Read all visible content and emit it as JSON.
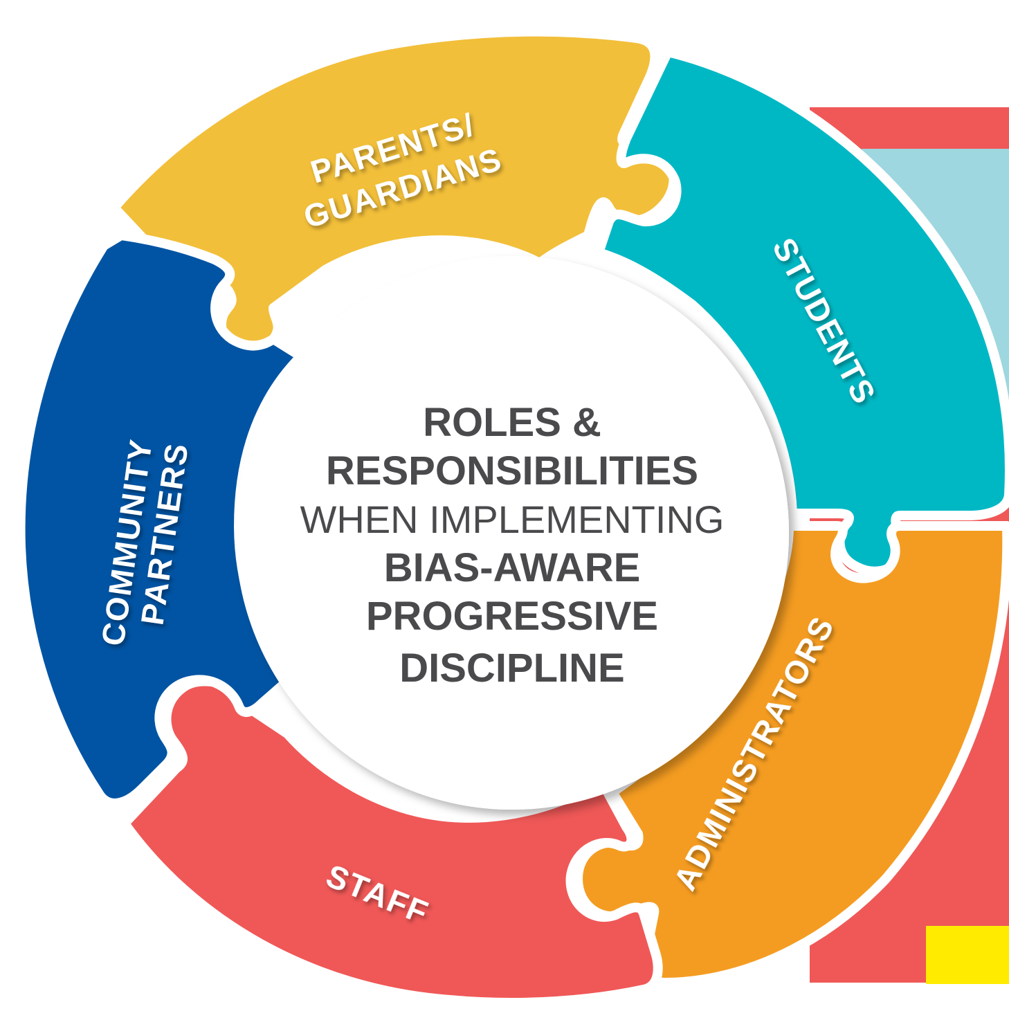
{
  "center": {
    "line1": "ROLES &",
    "line2": "RESPONSIBILITIES",
    "line3": "WHEN IMPLEMENTING",
    "line4": "BIAS-AWARE",
    "line5": "PROGRESSIVE",
    "line6": "DISCIPLINE"
  },
  "segments": {
    "parents_line1": "PARENTS/",
    "parents_line2": "GUARDIANS",
    "students": "STUDENTS",
    "administrators": "ADMINISTRATORS",
    "staff": "STAFF",
    "community_line1": "COMMUNITY",
    "community_line2": "PARTNERS"
  },
  "colors": {
    "parents": "#F2BF3A",
    "students": "#00B8C4",
    "administrators": "#F49C21",
    "staff": "#EF5857",
    "community": "#0154A3",
    "center_text": "#4a4a4c",
    "back_red": "#EF5857",
    "back_light_blue": "#9ED7DF",
    "back_yellow": "#FFEB00"
  }
}
